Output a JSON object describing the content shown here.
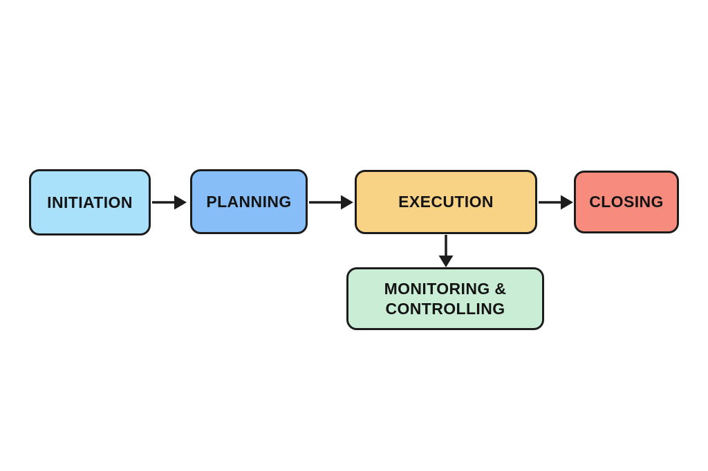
{
  "diagram": {
    "description": "Project management process flowchart",
    "nodes": [
      {
        "id": "initiation",
        "label": "INITIATION",
        "color": "#A9E1FA"
      },
      {
        "id": "planning",
        "label": "PLANNING",
        "color": "#87BEF7"
      },
      {
        "id": "execution",
        "label": "EXECUTION",
        "color": "#F9D385"
      },
      {
        "id": "closing",
        "label": "CLOSING",
        "color": "#F78B7D"
      },
      {
        "id": "monitoring",
        "label": "MONITORING & CONTROLLING",
        "color": "#C9EDD5"
      }
    ],
    "edges": [
      {
        "from": "initiation",
        "to": "planning"
      },
      {
        "from": "planning",
        "to": "execution"
      },
      {
        "from": "execution",
        "to": "closing"
      },
      {
        "from": "execution",
        "to": "monitoring"
      }
    ],
    "colors": {
      "border": "#1C1C1C",
      "arrow": "#1C1C1C",
      "text": "#141414",
      "background": "#FFFFFF"
    }
  }
}
